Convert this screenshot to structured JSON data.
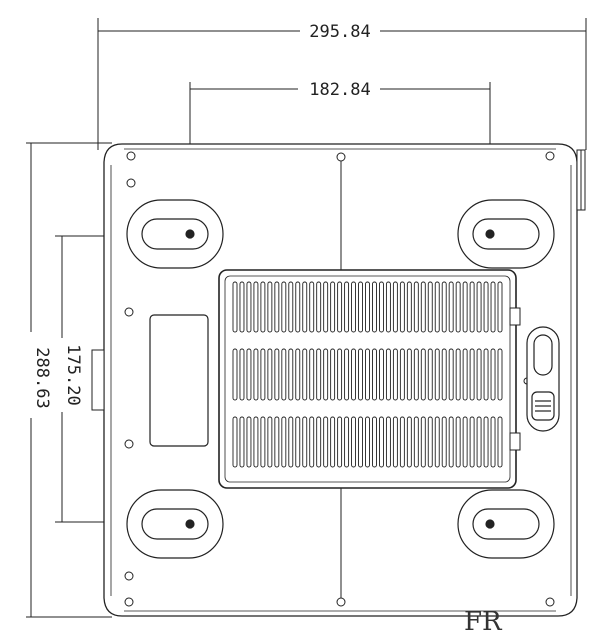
{
  "dimensions": {
    "overall_width": "295.84",
    "foot_spacing_width": "182.84",
    "foot_spacing_height": "175.20",
    "overall_height": "288.63"
  },
  "logo": {
    "text": "FR"
  },
  "colors": {
    "line": "#222222",
    "fill": "#ffffff"
  }
}
